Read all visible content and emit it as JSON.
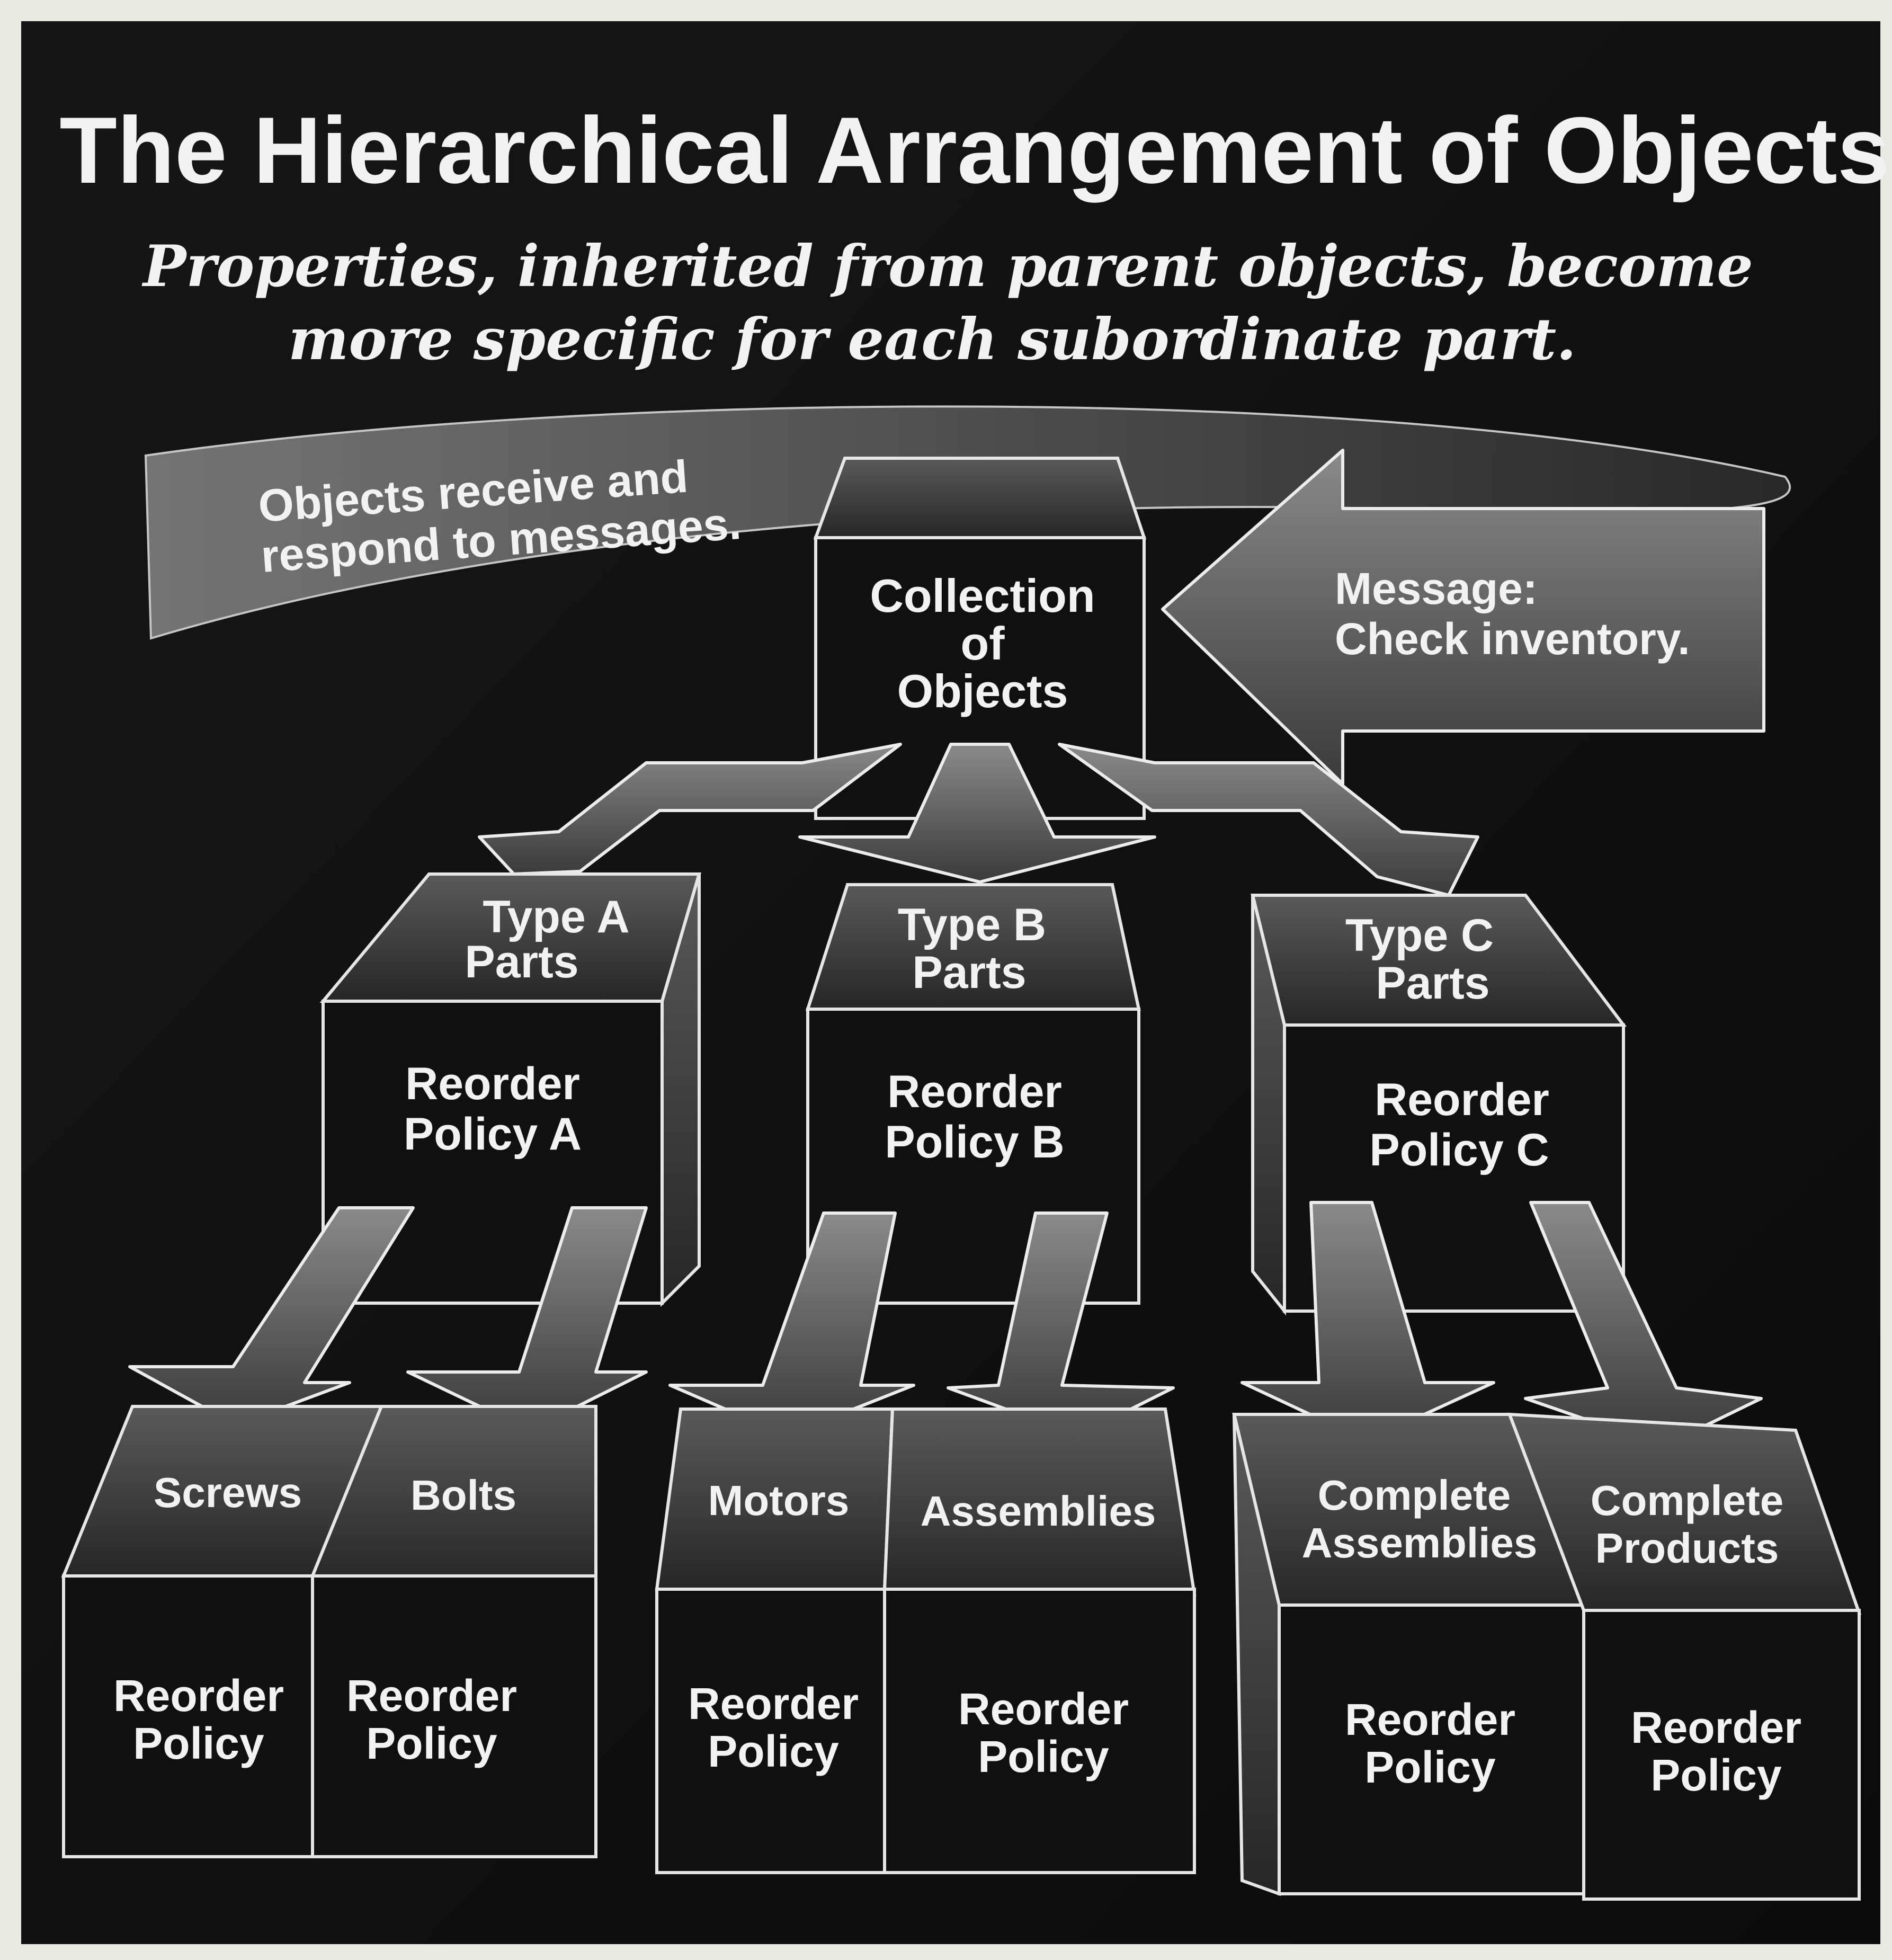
{
  "title": "The Hierarchical Arrangement of Objects",
  "subtitle": {
    "line1": "Properties, inherited from parent objects, become",
    "line2": "more specific for each subordinate part."
  },
  "callout": {
    "line1": "Objects receive and",
    "line2": "respond to messages."
  },
  "message": {
    "line1": "Message:",
    "line2": "Check inventory."
  },
  "root": {
    "line1": "Collection",
    "line2": "of",
    "line3": "Objects"
  },
  "types": [
    {
      "name1": "Type A",
      "name2": "Parts",
      "policy1": "Reorder",
      "policy2": "Policy A"
    },
    {
      "name1": "Type B",
      "name2": "Parts",
      "policy1": "Reorder",
      "policy2": "Policy B"
    },
    {
      "name1": "Type C",
      "name2": "Parts",
      "policy1": "Reorder",
      "policy2": "Policy C"
    }
  ],
  "leaves": [
    {
      "name1": "Screws",
      "name2": "",
      "policy1": "Reorder",
      "policy2": "Policy"
    },
    {
      "name1": "Bolts",
      "name2": "",
      "policy1": "Reorder",
      "policy2": "Policy"
    },
    {
      "name1": "Motors",
      "name2": "",
      "policy1": "Reorder",
      "policy2": "Policy"
    },
    {
      "name1": "Assemblies",
      "name2": "",
      "policy1": "Reorder",
      "policy2": "Policy"
    },
    {
      "name1": "Complete",
      "name2": "Assemblies",
      "policy1": "Reorder",
      "policy2": "Policy"
    },
    {
      "name1": "Complete",
      "name2": "Products",
      "policy1": "Reorder",
      "policy2": "Policy"
    }
  ]
}
